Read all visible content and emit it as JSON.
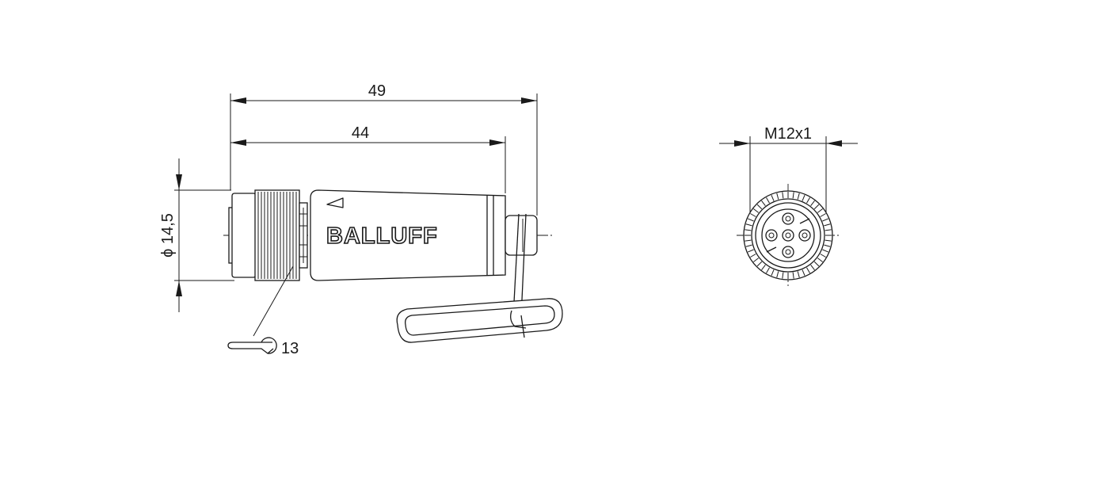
{
  "dimensions": {
    "overall_length": "49",
    "body_length": "44",
    "diameter": "ϕ 14,5",
    "wrench_size": "13",
    "thread": "M12x1"
  },
  "logo": {
    "text": "BALLUFF"
  },
  "colors": {
    "line": "#1a1a1a",
    "background": "#ffffff"
  },
  "icons": {
    "wrench": "wrench-icon",
    "direction_arrow": "direction-arrow-icon"
  }
}
